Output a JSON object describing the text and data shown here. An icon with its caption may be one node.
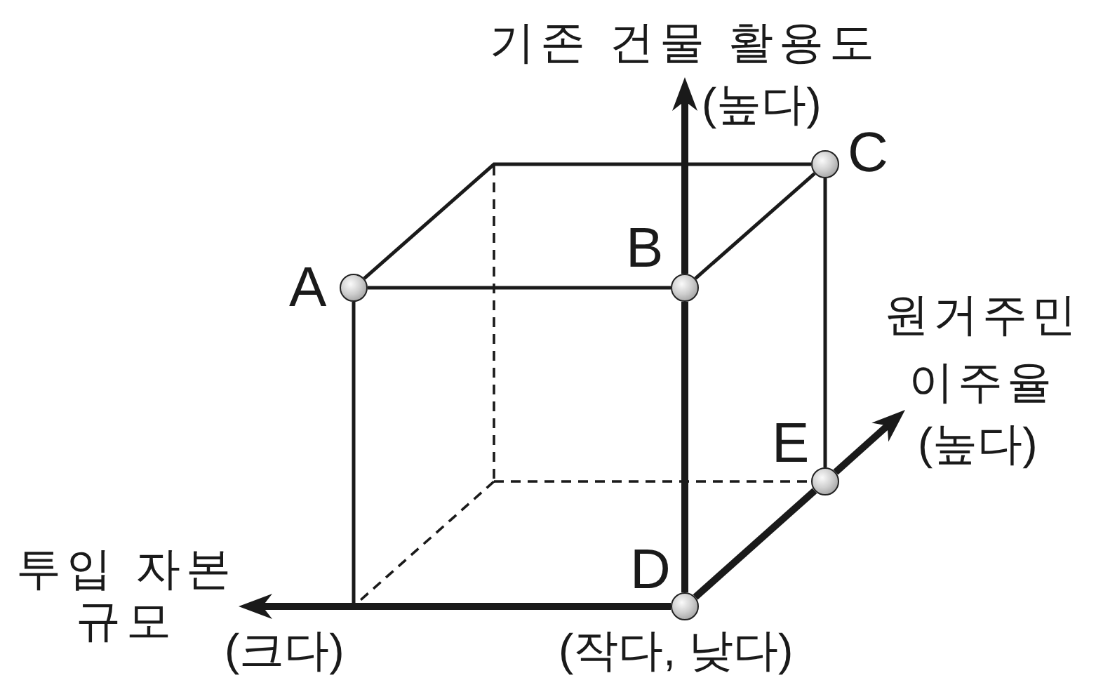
{
  "diagram": {
    "nodes": [
      {
        "text": [],
        "shape": "circle",
        "beside": [
          "A"
        ]
      },
      {
        "text": [],
        "shape": "circle",
        "beside": [
          "B"
        ]
      },
      {
        "text": [],
        "shape": "circle",
        "beside": [
          "C"
        ]
      },
      {
        "text": [],
        "shape": "circle",
        "beside": [
          "D"
        ]
      },
      {
        "text": [],
        "shape": "circle",
        "beside": [
          "E"
        ]
      }
    ],
    "edges": [
      {
        "from": 0,
        "to": 1,
        "arrow": "none"
      },
      {
        "from": 0,
        "to": 2,
        "arrow": "none"
      },
      {
        "from": 1,
        "to": 2,
        "arrow": "none"
      },
      {
        "from": 2,
        "to": 4,
        "arrow": "none"
      },
      {
        "from": 0,
        "to": 3,
        "arrow": "none"
      },
      {
        "from": 1,
        "to": 3,
        "arrow": "none",
        "style": "thick"
      },
      {
        "from": 3,
        "to": 4,
        "arrow": "none",
        "style": "thick"
      }
    ],
    "labels": [
      "기존 건물 활용도",
      "(높다)",
      "원거주민 이주율",
      "(높다)",
      "투입 자본 규모",
      "(크다)",
      "(작다, 낮다)"
    ]
  }
}
